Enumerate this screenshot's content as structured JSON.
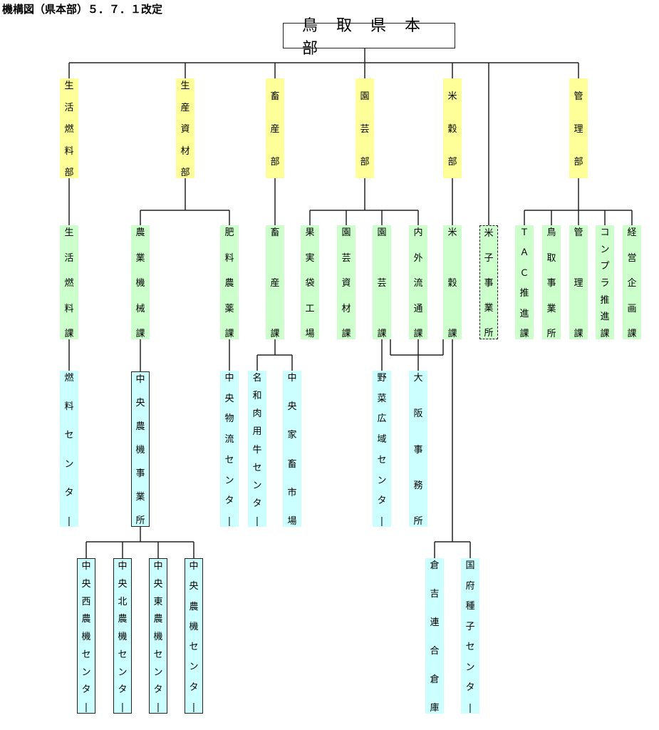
{
  "page_title": "機構図（県本部）５．７．１改定",
  "headquarters": "鳥取県本部",
  "departments": [
    {
      "id": "seikatsu_nenryo_bu",
      "label": "生活燃料部"
    },
    {
      "id": "seisan_shizai_bu",
      "label": "生産資材部"
    },
    {
      "id": "chikusan_bu",
      "label": "畜産部"
    },
    {
      "id": "engei_bu",
      "label": "園芸部"
    },
    {
      "id": "beikoku_bu",
      "label": "米穀部"
    },
    {
      "id": "kanri_bu",
      "label": "管理部"
    }
  ],
  "sections": [
    {
      "id": "seikatsu_nenryo_ka",
      "label": "生活燃料課"
    },
    {
      "id": "nogyo_kikai_ka",
      "label": "農業機械課"
    },
    {
      "id": "hiryo_noyaku_ka",
      "label": "肥料農薬課"
    },
    {
      "id": "chikusan_ka",
      "label": "畜産課"
    },
    {
      "id": "kajitsu_kojo",
      "label": "果実袋工場"
    },
    {
      "id": "engei_shizai_ka",
      "label": "園芸資材課"
    },
    {
      "id": "engei_ka",
      "label": "園芸課"
    },
    {
      "id": "naigai_ryutsu_ka",
      "label": "内外流通課"
    },
    {
      "id": "beikoku_ka",
      "label": "米穀課"
    },
    {
      "id": "beishi_jigyosho",
      "label": "米子事業所"
    },
    {
      "id": "tac_suishin_ka",
      "label": "ＴＡＣ推進課"
    },
    {
      "id": "tottori_jimusho",
      "label": "鳥取事業所"
    },
    {
      "id": "kanri_ka",
      "label": "管理課"
    },
    {
      "id": "compliance_ka",
      "label": "コンプラ推進課"
    },
    {
      "id": "keiei_kikaku_ka",
      "label": "経営企画課"
    }
  ],
  "offices": [
    {
      "id": "nenryo_center",
      "label": "燃料センター"
    },
    {
      "id": "chuo_noki_jigyosho",
      "label": "中央農機事業所"
    },
    {
      "id": "chuo_butsuryu_center",
      "label": "中央物流センター"
    },
    {
      "id": "nawa_nikuyogyu_center",
      "label": "名和肉用牛センター"
    },
    {
      "id": "chuo_kachiku_ichiba",
      "label": "中央家畜市場"
    },
    {
      "id": "yasai_koiki_center",
      "label": "野菜広域センター"
    },
    {
      "id": "osaka_jimusho",
      "label": "大阪事務所"
    }
  ],
  "sub_offices": [
    {
      "id": "chuo_sai_noki_center",
      "label": "中央西農機センター"
    },
    {
      "id": "chuo_hoku_noki_center",
      "label": "中央北農機センター"
    },
    {
      "id": "chuo_to_noki_center",
      "label": "中央東農機センター"
    },
    {
      "id": "chuo_noki_center",
      "label": "中央農機センター"
    },
    {
      "id": "kurayoshi_rengo_soko",
      "label": "倉吉連合倉庫"
    },
    {
      "id": "kokufu_shushi_center",
      "label": "国府種子センター"
    }
  ],
  "colors": {
    "department": "#ffff99",
    "section": "#ccffcc",
    "office": "#ccffff",
    "line": "#222222"
  }
}
